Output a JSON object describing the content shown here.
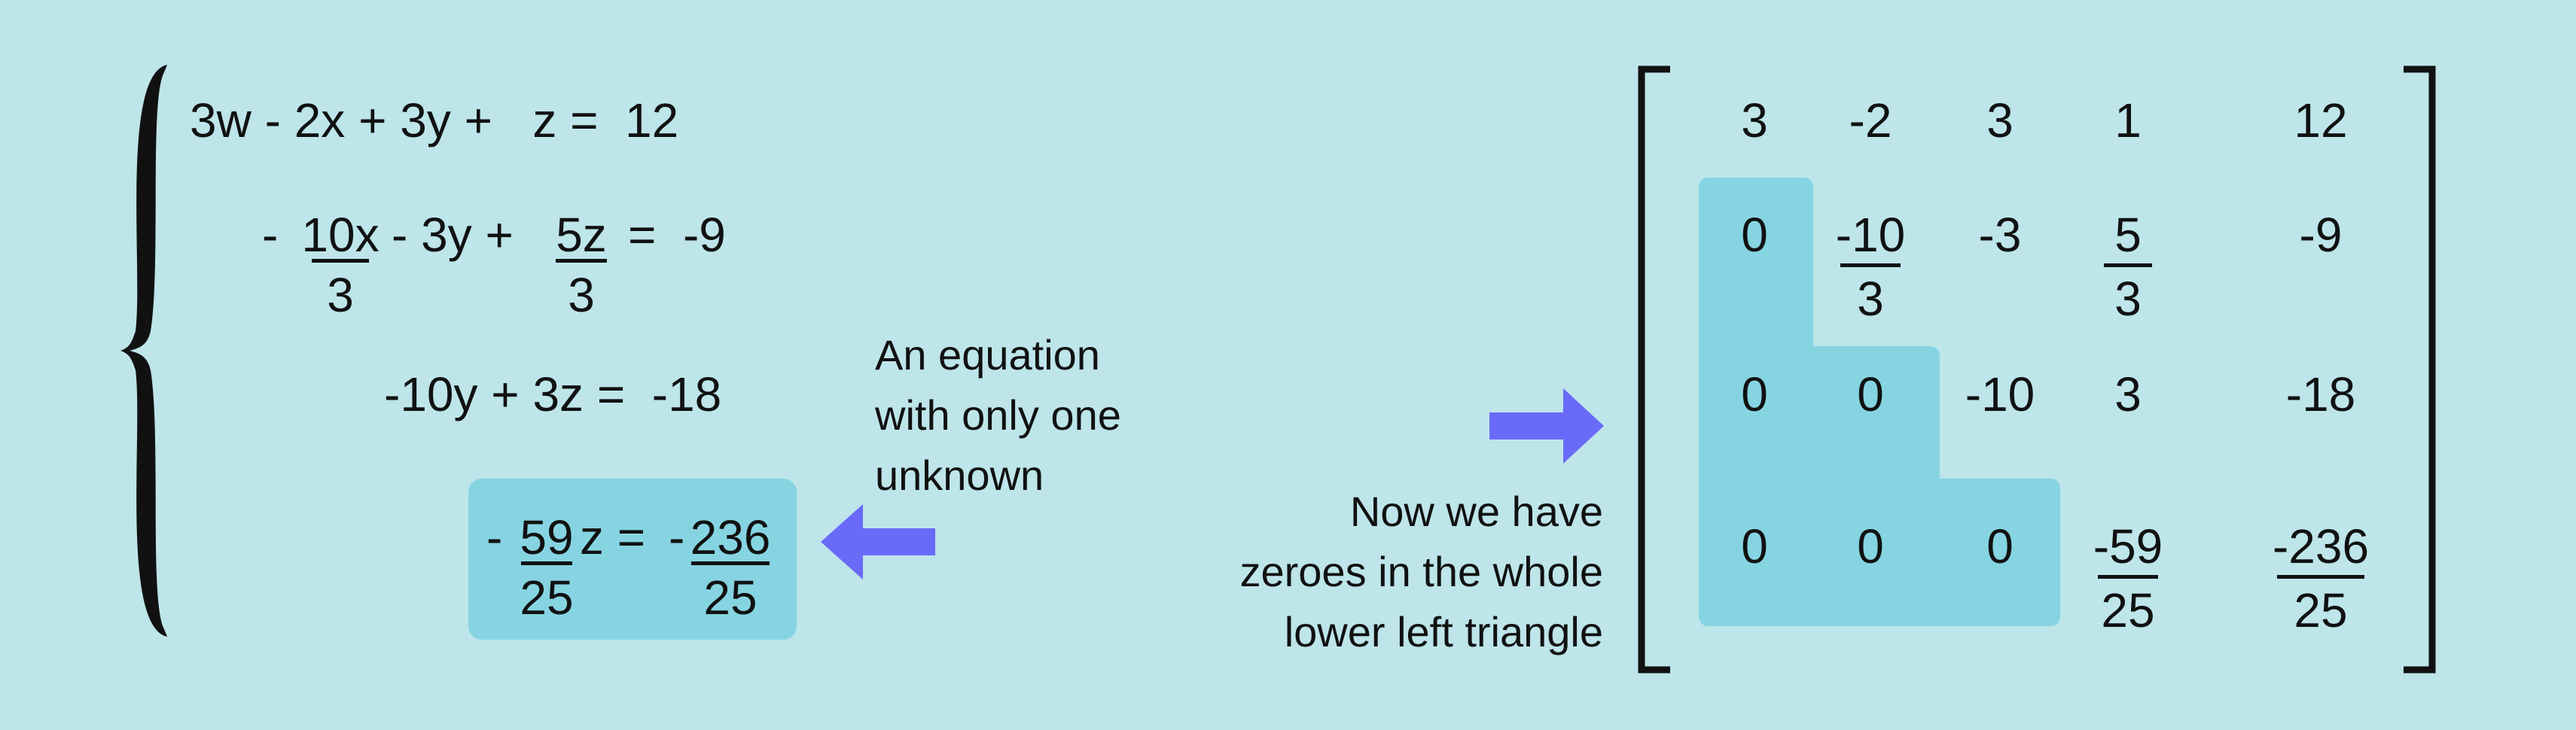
{
  "colors": {
    "background": "#bde5ea",
    "highlight": "#86d4e2",
    "arrow": "#6a6af8",
    "ink": "#111111"
  },
  "system": {
    "eq1": "3w - 2x + 3y +   z =  12",
    "eq2_minus": "-",
    "eq2_frac1_num": "10x",
    "eq2_frac1_den": "3",
    "eq2_mid": "- 3y +",
    "eq2_frac2_num": "5z",
    "eq2_frac2_den": "3",
    "eq2_rhs": "=  -9",
    "eq3": "-10y + 3z =  -18",
    "eq4_minus": "-",
    "eq4_frac1_num": "59",
    "eq4_frac1_den": "25",
    "eq4_var": "z =",
    "eq4_rhs_minus": "-",
    "eq4_frac2_num": "236",
    "eq4_frac2_den": "25"
  },
  "annotations": {
    "one_unknown": [
      "An equation",
      "with only one",
      "unknown"
    ],
    "zeroes": [
      "Now we have",
      "zeroes in the whole",
      "lower left triangle"
    ]
  },
  "matrix": {
    "rows": [
      [
        "3",
        "-2",
        "3",
        "1",
        "12"
      ],
      [
        "0",
        "-10/3",
        "-3",
        "5/3",
        "-9"
      ],
      [
        "0",
        "0",
        "-10",
        "3",
        "-18"
      ],
      [
        "0",
        "0",
        "0",
        "-59/25",
        "-236/25"
      ]
    ]
  },
  "icons": [
    "left-curly-brace",
    "left-bracket",
    "right-bracket",
    "arrow-left",
    "arrow-right"
  ]
}
